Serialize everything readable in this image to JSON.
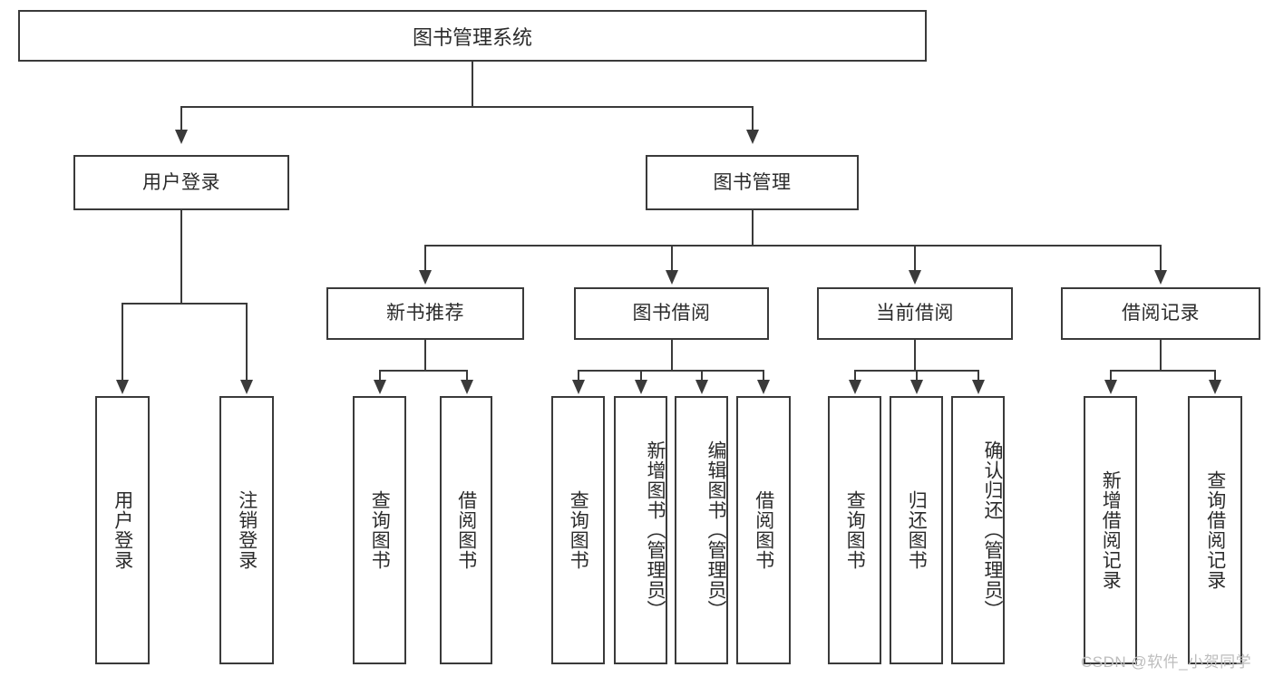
{
  "diagram": {
    "type": "tree",
    "title_node": {
      "label": "图书管理系统"
    },
    "level1": [
      {
        "label": "用户登录"
      },
      {
        "label": "图书管理"
      }
    ],
    "level2": [
      {
        "label": "新书推荐"
      },
      {
        "label": "图书借阅"
      },
      {
        "label": "当前借阅"
      },
      {
        "label": "借阅记录"
      }
    ],
    "leaves": {
      "user_login": [
        {
          "label": "用户登录"
        },
        {
          "label": "注销登录"
        }
      ],
      "new_book_recommend": [
        {
          "label": "查询图书"
        },
        {
          "label": "借阅图书"
        }
      ],
      "book_borrow": [
        {
          "label": "查询图书"
        },
        {
          "label": "新增图书（管理员）"
        },
        {
          "label": "编辑图书（管理员）"
        },
        {
          "label": "借阅图书"
        }
      ],
      "current_borrow": [
        {
          "label": "查询图书"
        },
        {
          "label": "归还图书"
        },
        {
          "label": "确认归还（管理员）"
        }
      ],
      "borrow_record": [
        {
          "label": "新增借阅记录"
        },
        {
          "label": "查询借阅记录"
        }
      ]
    }
  },
  "watermark": {
    "text": "CSDN @软件_小贺同学"
  },
  "colors": {
    "stroke": "#3a3a3a",
    "text": "#2b2b2b",
    "background": "#ffffff",
    "watermark": "#bdbdbd"
  }
}
